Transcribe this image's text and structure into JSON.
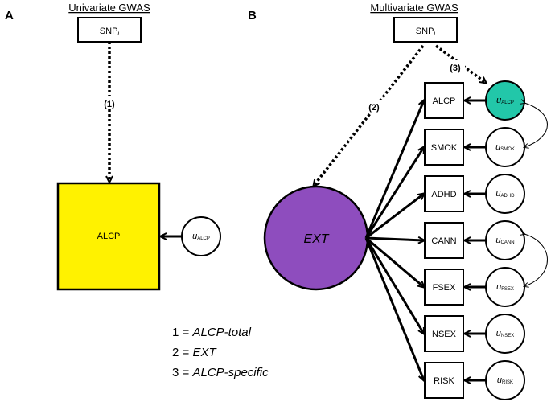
{
  "panel_a": {
    "letter": "A",
    "title": "Univariate GWAS",
    "snp": {
      "base": "SNP",
      "sub": "i"
    },
    "path_label": "(1)",
    "trait": "ALCP",
    "residual": {
      "base": "u",
      "sub": "ALCP"
    }
  },
  "panel_b": {
    "letter": "B",
    "title": "Multivariate GWAS",
    "snp": {
      "base": "SNP",
      "sub": "i"
    },
    "factor": "EXT",
    "path_labels": [
      "(2)",
      "(3)"
    ],
    "indicators": [
      {
        "label": "ALCP",
        "residual_base": "u",
        "residual_sub": "ALCP"
      },
      {
        "label": "SMOK",
        "residual_base": "u",
        "residual_sub": "SMOK"
      },
      {
        "label": "ADHD",
        "residual_base": "u",
        "residual_sub": "ADHD"
      },
      {
        "label": "CANN",
        "residual_base": "u",
        "residual_sub": "CANN"
      },
      {
        "label": "FSEX",
        "residual_base": "u",
        "residual_sub": "FSEX"
      },
      {
        "label": "NSEX",
        "residual_base": "u",
        "residual_sub": "NSEX"
      },
      {
        "label": "RISK",
        "residual_base": "u",
        "residual_sub": "RISK"
      }
    ]
  },
  "legend": [
    {
      "num": "1 = ",
      "text": "ALCP-total"
    },
    {
      "num": "2 = ",
      "text": "EXT"
    },
    {
      "num": "3 = ",
      "text": "ALCP-specific"
    }
  ],
  "colors": {
    "alcp_box": "#FFF200",
    "ext_circle": "#8E4DBE",
    "alcp_residual": "#22C7A9",
    "stroke": "#000000"
  }
}
